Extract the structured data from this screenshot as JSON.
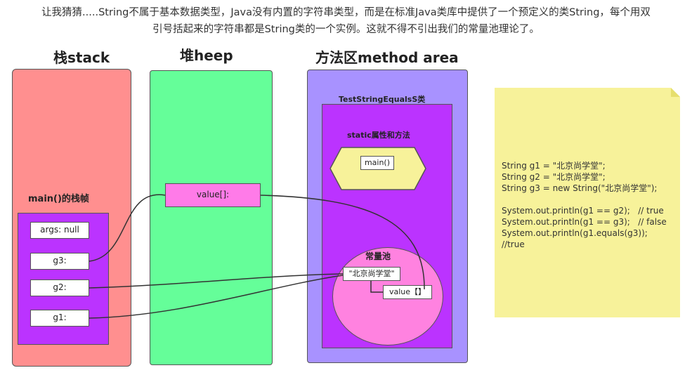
{
  "intro": {
    "line1": "让我猜猜.....String不属于基本数据类型，Java没有内置的字符串类型，而是在标准Java类库中提供了一个预定义的类String，每个用双",
    "line2": "引号括起来的字符串都是String类的一个实例。这就不得不引出我们的常量池理论了。"
  },
  "diagram": {
    "stack_title": "栈stack",
    "heap_title": "堆heep",
    "method_title": "方法区method area",
    "frame_label": "main()的栈帧",
    "stack_cells": [
      "args: null",
      "g3:",
      "g2:",
      "g1:"
    ],
    "heap_cell": "value[]:",
    "class_label": "TestStringEqualsS类",
    "static_label": "static属性和方法",
    "method_cell": "main()",
    "pool_label": "常量池",
    "pool_string": "\"北京尚学堂\"",
    "pool_value": "value【】"
  },
  "note": {
    "code": "String g1 = \"北京尚学堂\";\nString g2 = \"北京尚学堂\";\nString g3 = new String(\"北京尚学堂\");\n\nSystem.out.println(g1 == g2);   // true\nSystem.out.println(g1 == g3);   // false\nSystem.out.println(g1.equals(g3));\n//true"
  },
  "colors": {
    "stack": "#ff8f8f",
    "heap": "#65fe99",
    "method": "#a892ff",
    "frame": "#bb33ff",
    "heap_cell": "#ff7be8",
    "pool": "#ff82e0",
    "note": "#f7f29a",
    "hexagon": "#f7f29a"
  }
}
